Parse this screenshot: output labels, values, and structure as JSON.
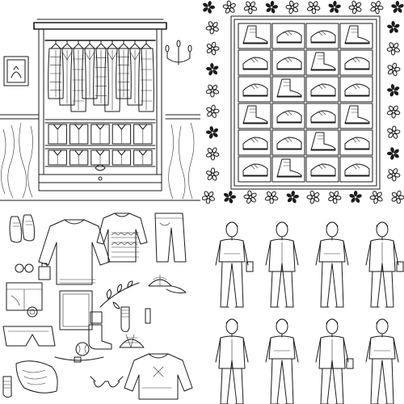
{
  "panels": {
    "wardrobe": {
      "shirt_rows": 2,
      "shirts_per_row": 5,
      "hanging_garments": 9
    },
    "shoes": {
      "grid_columns": 4,
      "grid_rows": 6,
      "tile_count": 24
    },
    "flatlay": {
      "item_count": 22
    },
    "men": {
      "rows": 2,
      "figures_per_row": 4
    }
  },
  "colors": {
    "ink": "#1a1a1a",
    "paper": "#ffffff"
  }
}
